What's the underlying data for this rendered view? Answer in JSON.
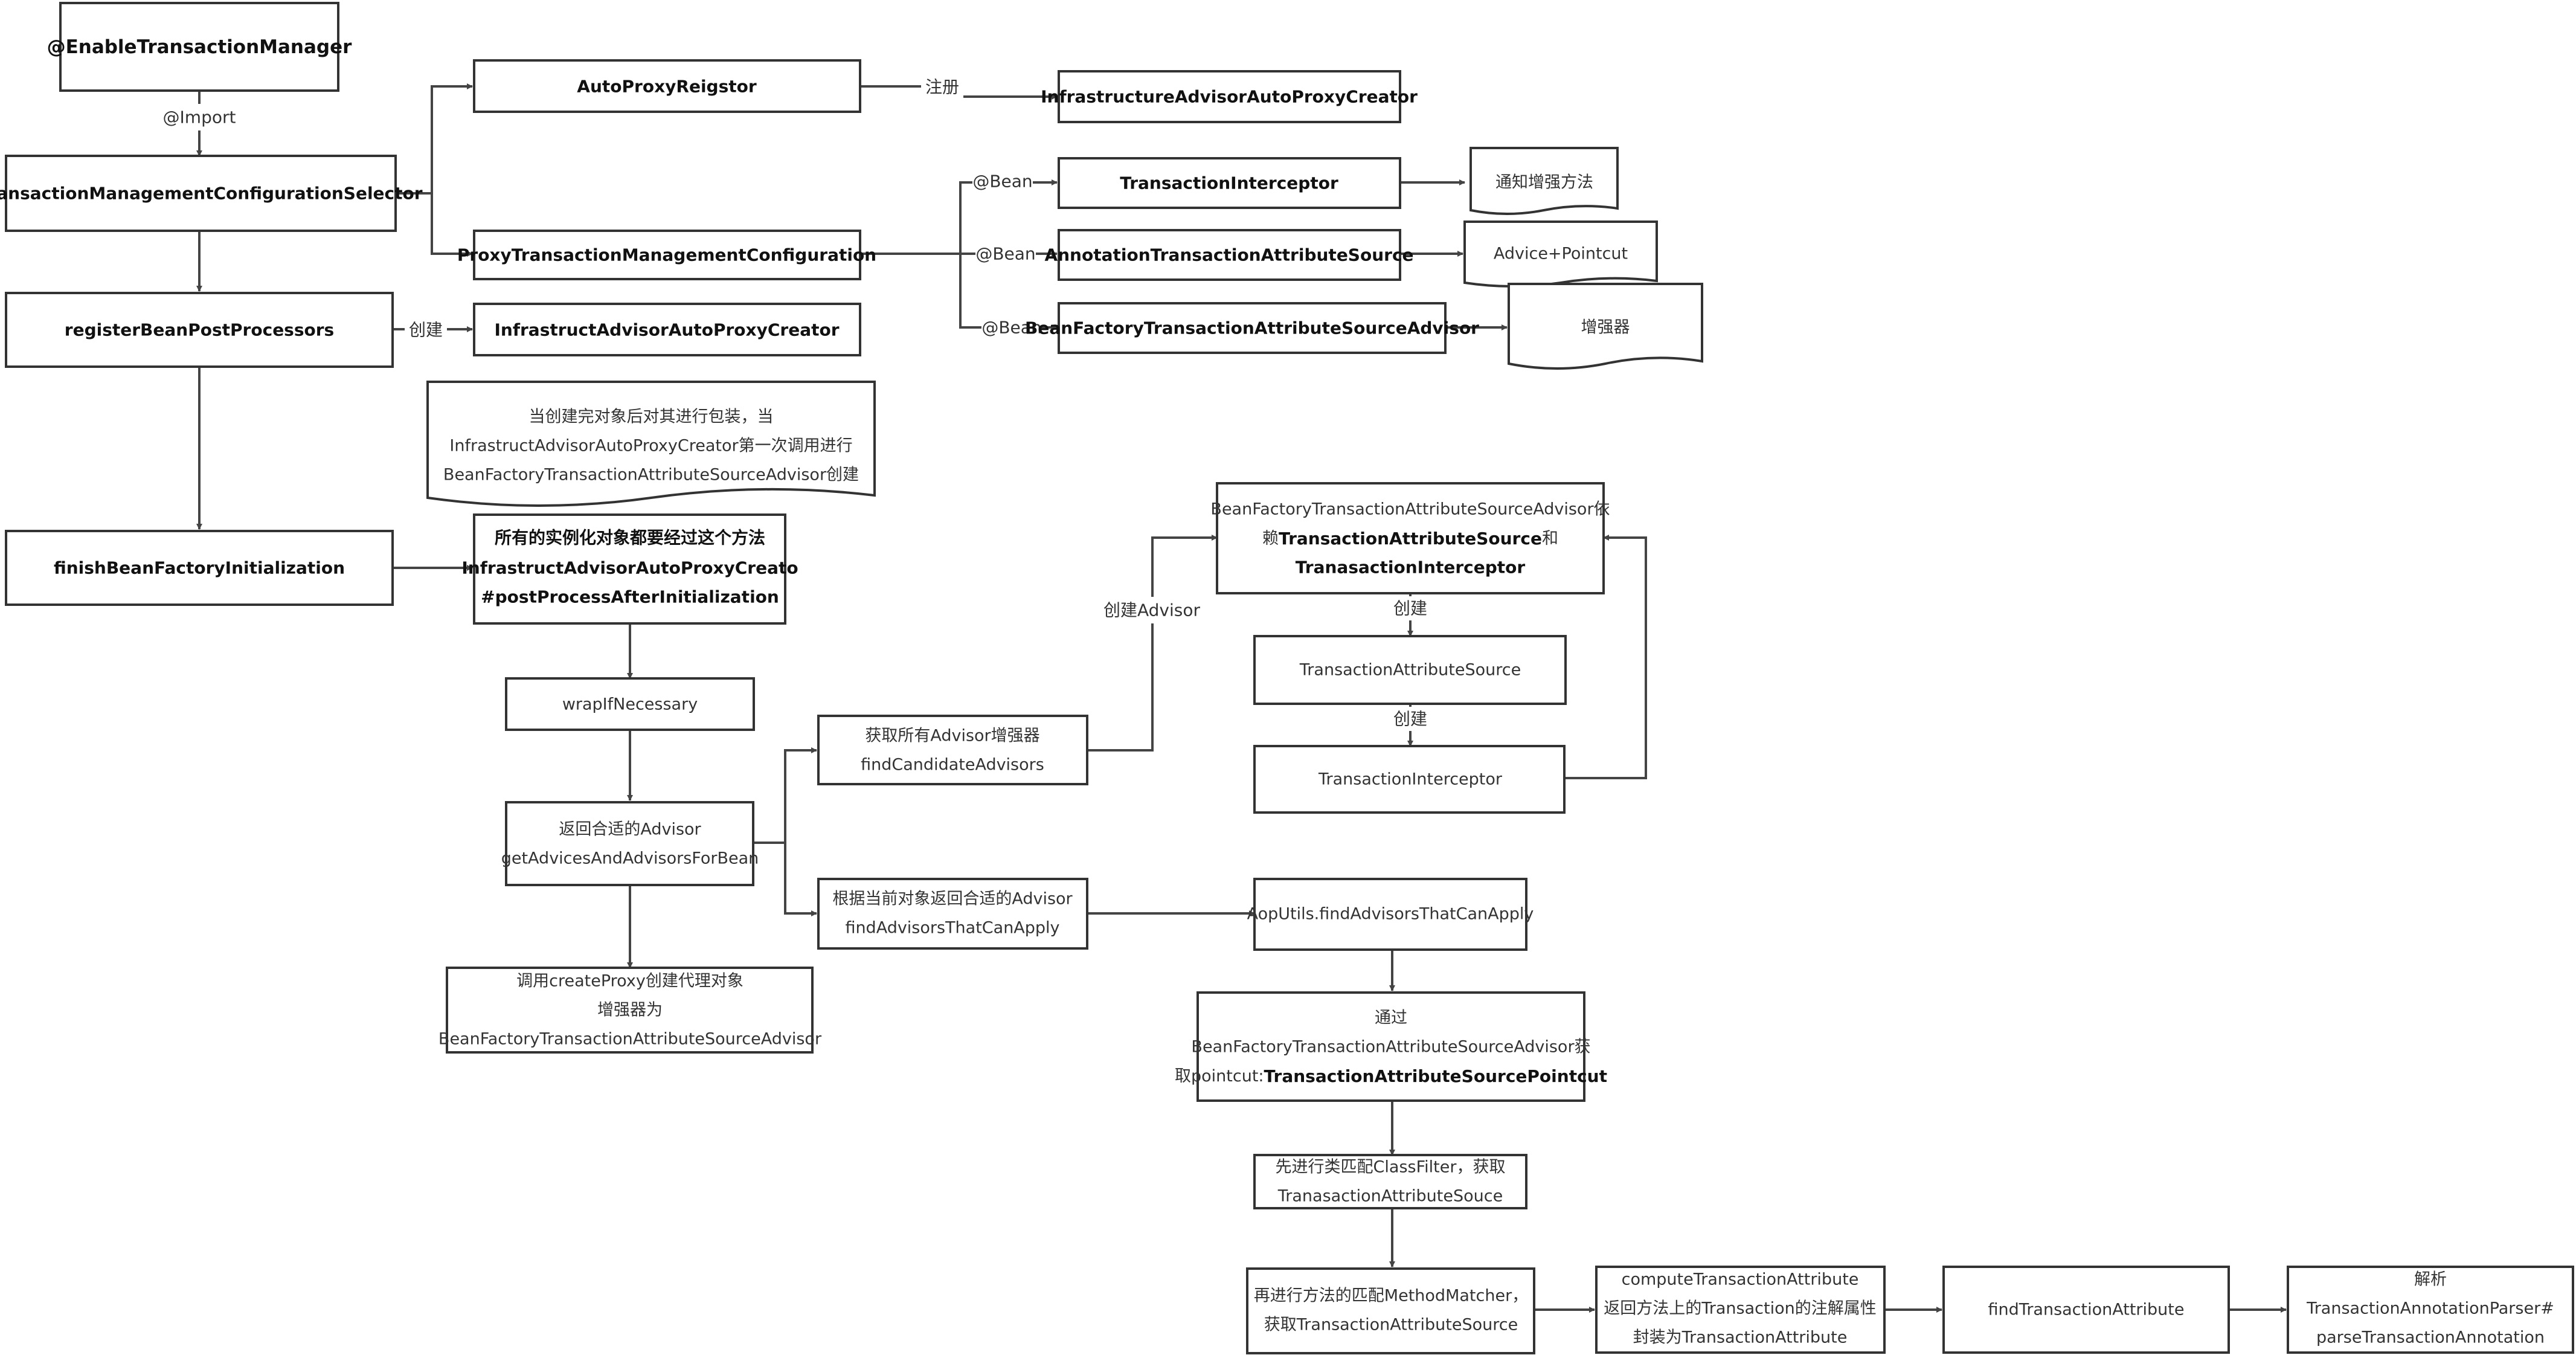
{
  "nodes": {
    "enable_tm": "@EnableTransactionManager",
    "tm_selector": "TransactionManagementConfigurationSelector",
    "register_bpp": "registerBeanPostProcessors",
    "finish_bfi": "finishBeanFactoryInitialization",
    "auto_proxy_registrar": "AutoProxyReigstor",
    "infra_advisor_apc": "InfrastructureAdvisorAutoProxyCreator",
    "proxy_tm_config": "ProxyTransactionManagementConfiguration",
    "transaction_interceptor": "TransactionInterceptor",
    "annotation_tas": "AnnotationTransactionAttributeSource",
    "bf_tas_advisor": "BeanFactoryTransactionAttributeSourceAdvisor",
    "infrastruct_apc": "InfrastructAdvisorAutoProxyCreator",
    "post_process": {
      "line1": "所有的实例化对象都要经过这个方法",
      "line2": "InfrastructAdvisorAutoProxyCreato",
      "line3": "#postProcessAfterInitialization"
    },
    "wrap_if_necessary": "wrapIfNecessary",
    "get_advices": {
      "line1": "返回合适的Advisor",
      "line2": "getAdvicesAndAdvisorsForBean"
    },
    "create_proxy": {
      "line1": "调用createProxy创建代理对象",
      "line2": "增强器为",
      "line3": "BeanFactoryTransactionAttributeSourceAdvisor"
    },
    "find_candidate": {
      "line1": "获取所有Advisor增强器",
      "line2": "findCandidateAdvisors"
    },
    "find_can_apply": {
      "line1": "根据当前对象返回合适的Advisor",
      "line2": "findAdvisorsThatCanApply"
    },
    "advisor_depends": {
      "line1": "BeanFactoryTransactionAttributeSourceAdvisor依",
      "line2_prefix": "赖",
      "line2_bold": "TransactionAttributeSource",
      "line2_suffix": "和",
      "line3": "TranasactionInterceptor"
    },
    "tas_node": "TransactionAttributeSource",
    "ti_node": "TransactionInterceptor",
    "aop_utils": "AopUtils.findAdvisorsThatCanApply",
    "get_pointcut": {
      "line1": "通过",
      "line2": "BeanFactoryTransactionAttributeSourceAdvisor获",
      "line3_prefix": "取pointcut:",
      "line3_bold": "TransactionAttributeSourcePointcut"
    },
    "class_filter": {
      "line1": "先进行类匹配ClassFilter，获取",
      "line2": "TranasactionAttributeSouce"
    },
    "method_matcher": {
      "line1": "再进行方法的匹配MethodMatcher，",
      "line2": "获取TransactionAttributeSource"
    },
    "compute_ta": {
      "line1": "computeTransactionAttribute",
      "line2": "返回方法上的Transaction的注解属性",
      "line3": "封装为TransactionAttribute"
    },
    "find_ta": "findTransactionAttribute",
    "parse_annotation": {
      "line1": "解析",
      "line2": "TransactionAnnotationParser#",
      "line3": "parseTransactionAnnotation"
    }
  },
  "documents": {
    "notify": "通知增强方法",
    "advice_pointcut": "Advice+Pointcut",
    "enhancer": "增强器",
    "wrap_note": {
      "line1": "当创建完对象后对其进行包装，当",
      "line2": "InfrastructAdvisorAutoProxyCreator第一次调用进行",
      "line3": "BeanFactoryTransactionAttributeSourceAdvisor创建"
    }
  },
  "edge_labels": {
    "import": "@Import",
    "register": "注册",
    "create": "创建",
    "bean1": "@Bean",
    "bean2": "@Bean",
    "bean3": "@Bean",
    "create_advisor": "创建Advisor",
    "create_tas": "创建",
    "create_ti": "创建"
  }
}
